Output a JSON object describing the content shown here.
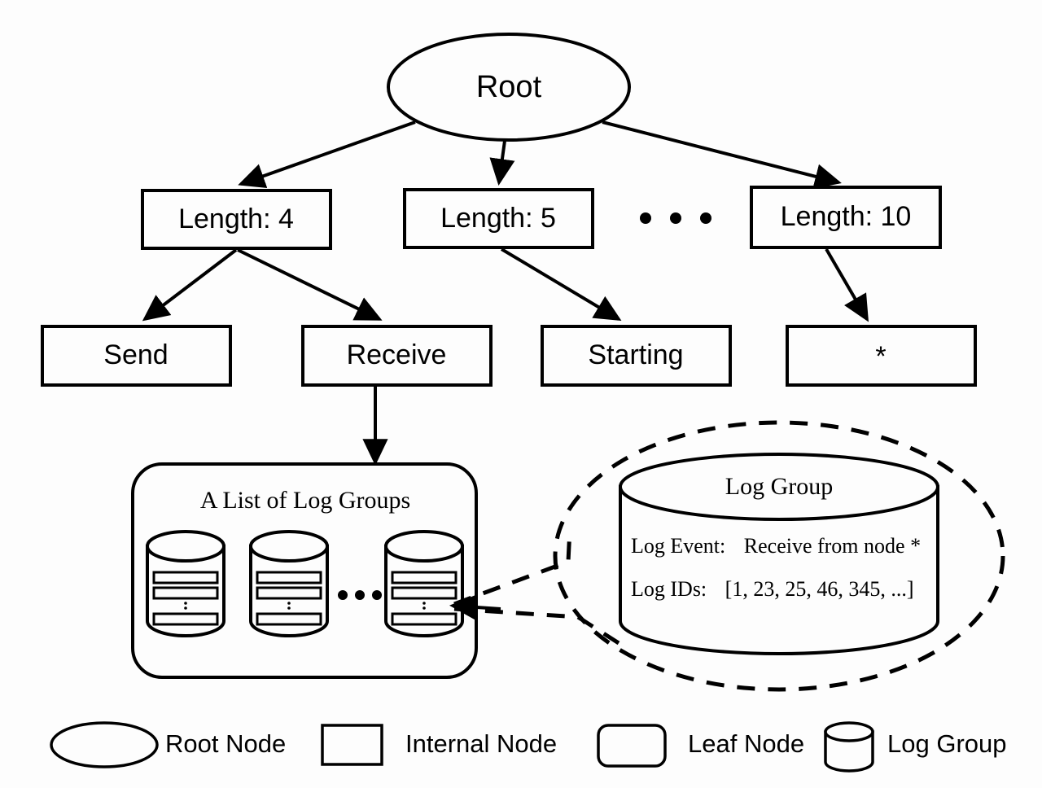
{
  "diagram": {
    "title_semantic": "log-group-index-tree",
    "root": {
      "label": "Root"
    },
    "internal_nodes": [
      {
        "label": "Length: 4"
      },
      {
        "label": "Length: 5"
      },
      {
        "label": "Length: 10"
      }
    ],
    "internal_ellipsis": "• • •",
    "leaf_nodes": [
      {
        "label": "Send"
      },
      {
        "label": "Receive"
      },
      {
        "label": "Starting"
      },
      {
        "label": "*"
      }
    ],
    "list_box": {
      "title": "A List of Log Groups",
      "cylinder_count": 3,
      "ellipsis": "• • •"
    },
    "callout": {
      "title": "Log Group",
      "fields": [
        {
          "key": "Log Event:",
          "value": "Receive from node *"
        },
        {
          "key": "Log IDs:",
          "value": "[1, 23, 25, 46, 345, ...]"
        }
      ]
    },
    "legend": [
      {
        "shape": "ellipse",
        "label": "Root Node"
      },
      {
        "shape": "rectangle",
        "label": "Internal Node"
      },
      {
        "shape": "rounded-rectangle",
        "label": "Leaf Node"
      },
      {
        "shape": "cylinder",
        "label": "Log Group"
      }
    ],
    "colors": {
      "stroke": "#000000",
      "fill": "#fdfdfd",
      "background": "#fdfdfd"
    }
  }
}
